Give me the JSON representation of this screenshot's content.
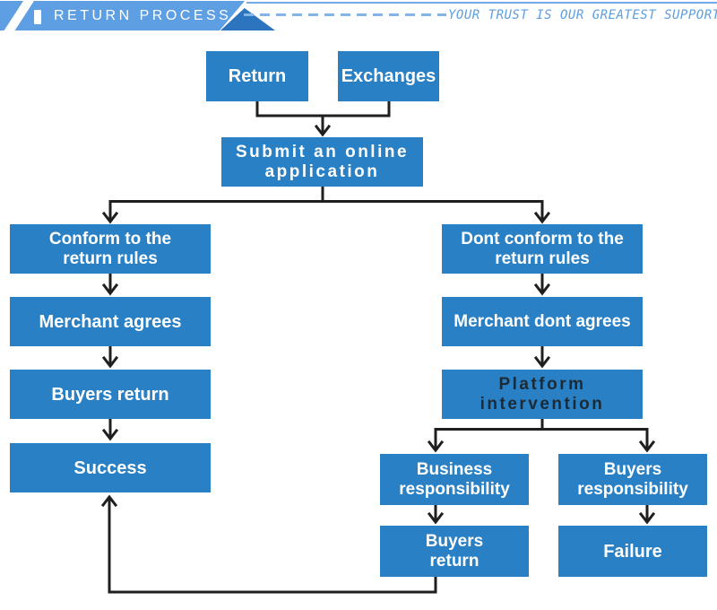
{
  "header": {
    "title": "RETURN PROCESS",
    "slogan": "YOUR TRUST IS OUR GREATEST SUPPORT",
    "colors": {
      "banner": "#5E9EE2",
      "banner_fold": "#2D74BF",
      "dashed_line": "#82B4EA",
      "slogan_text": "#5C9EDF",
      "title_text": "#FFFFFF"
    }
  },
  "flowchart": {
    "colors": {
      "box_fill": "#2980C4",
      "box_text": "#FFFFFF",
      "platform_text": "#1C2A36",
      "arrow": "#1F1F1F"
    },
    "nodes": {
      "return": {
        "label": "Return"
      },
      "exchanges": {
        "label": "Exchanges"
      },
      "submit": {
        "label": "Submit an online\napplication"
      },
      "conform": {
        "label": "Conform to the\nreturn rules"
      },
      "merchant_agrees": {
        "label": "Merchant agrees"
      },
      "buyers_return": {
        "label": "Buyers return"
      },
      "success": {
        "label": "Success"
      },
      "dont_conform": {
        "label": "Dont conform to the\nreturn rules"
      },
      "merchant_dont_agrees": {
        "label": "Merchant dont agrees"
      },
      "platform_intervention": {
        "label": "Platform\nintervention"
      },
      "business_responsibility": {
        "label": "Business\nresponsibility"
      },
      "buyers_responsibility": {
        "label": "Buyers\nresponsibility"
      },
      "buyers_return_2": {
        "label": "Buyers\nreturn"
      },
      "failure": {
        "label": "Failure"
      }
    }
  }
}
